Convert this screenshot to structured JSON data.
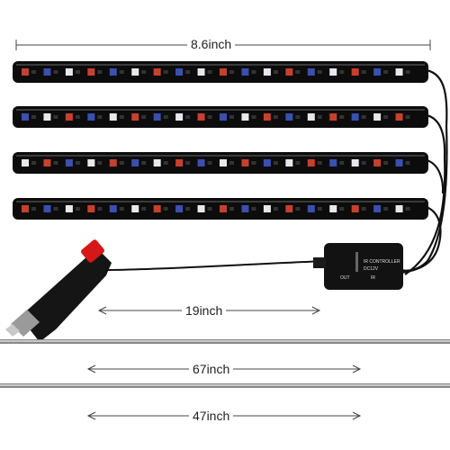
{
  "dimensions": {
    "strip_length": "8.6inch",
    "cable_1": "19inch",
    "cable_2": "67inch",
    "cable_3": "47inch"
  },
  "controller": {
    "label_line_1": "IR CONTROLLER",
    "label_line_2": "DC12V",
    "label_line_3": "OUT",
    "label_line_4": "IR"
  },
  "colors": {
    "strip_body": "#0c0c0c",
    "led_red": "#c8402c",
    "led_blue": "#3a4fb0",
    "led_white": "#e8e8ec",
    "switch_red": "#d41818",
    "cable": "#111111"
  },
  "led_count_per_strip": 18
}
